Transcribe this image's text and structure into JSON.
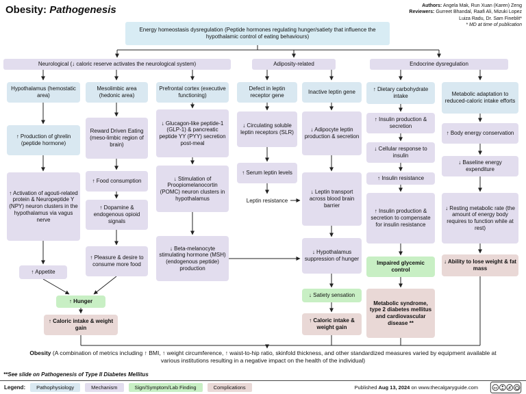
{
  "header": {
    "title_main": "Obesity:",
    "title_italic": "Pathogenesis",
    "authors_label": "Authors:",
    "authors": "Angela Mak, Run Xuan (Karen) Zeng",
    "reviewers_label": "Reviewers:",
    "reviewers_line1": "Gurreet Bhandal, Raafi Ali, Mizuki Lopez",
    "reviewers_line2": "Luiza Radu, Dr. Sam Fineblit*",
    "md_note": "* MD at time of publication"
  },
  "root": "Energy homeostasis dysregulation (Peptide hormones regulating hunger/satiety that influence the hypothalamic control of eating behaviours)",
  "branches": {
    "neurological": "Neurological (↓ caloric reserve activates the neurological system)",
    "adiposity": "Adiposity-related",
    "endocrine": "Endocrine dysregulation"
  },
  "nodes": {
    "hypothalamus": "Hypothalamus (hemostatic area)",
    "ghrelin": "↑ Production of ghrelin (peptide hormone)",
    "agrp": "↑ Activation of agouti-related protein & Neuropeptide Y (NPY) neuron clusters in the hypothalamus via vagus nerve",
    "appetite": "↑ Appetite",
    "mesolimbic": "Mesolimbic area (hedonic area)",
    "reward": "Reward Driven Eating (meso-limbic region of brain)",
    "food": "↑ Food consumption",
    "dopamine": "↑ Dopamine & endogenous opioid signals",
    "pleasure": "↑ Pleasure & desire to consume more food",
    "hunger": "↑ Hunger",
    "caloric1": "↑ Caloric intake & weight gain",
    "prefrontal": "Prefrontal cortex (executive functioning)",
    "glp1": "↓ Glucagon-like peptide-1 (GLP-1) & pancreatic peptide YY (PYY) secretion post-meal",
    "pomc": "↓ Stimulation of Proopiomelanocortin (POMC) neuron clusters in hypothalamus",
    "msh": "↓ Beta-melanocyte stimulating hormone (MSH) (endogenous peptide) production",
    "receptorDefect": "Defect in leptin receptor gene",
    "slr": "↓ Circulating soluble leptin receptors (SLR)",
    "serumLeptin": "↑ Serum leptin levels",
    "leptinResistance": "Leptin resistance",
    "inactiveGene": "Inactive leptin gene",
    "adipocyte": "↓ Adipocyte leptin production & secretion",
    "transport": "↓ Leptin transport across blood brain barrier",
    "suppression": "↓ Hypothalamus suppression of hunger",
    "satiety": "↓ Satiety sensation",
    "caloric2": "↑ Caloric intake & weight gain",
    "carbIntake": "↑ Dietary carbohydrate intake",
    "insulinProd": "↑ Insulin production & secretion",
    "cellResponse": "↓ Cellular response to insulin",
    "insulinResist": "↑ Insulin resistance",
    "compensate": "↑ Insulin production & secretion to compensate for insulin resistance",
    "glycemic": "Impaired glycemic control",
    "metsyndrome": "Metabolic syndrome, type 2 diabetes mellitus and cardiovascular disease **",
    "adaptation": "Metabolic adaptation to reduced-caloric intake efforts",
    "conservation": "↑ Body energy conservation",
    "expenditure": "↓ Baseline energy expenditure",
    "restingRate": "↓ Resting metabolic rate (the amount of energy body requires to function while at rest)",
    "loseAbility": "↓ Ability to lose weight & fat mass"
  },
  "footer": {
    "obesity_bold": "Obesity",
    "obesity_rest": " (A combination of metrics including ↑ BMI, ↑ weight circumference, ↑ waist-to-hip ratio, skinfold thickness, and other standardized measures varied by equipment available at various institutions resulting in a negative impact on the health of the individual)",
    "see_slide": "**See slide on Pathogenesis of Type II Diabetes Mellitus"
  },
  "legend": {
    "label": "Legend:",
    "pathophysiology": "Pathophysiology",
    "mechanism": "Mechanism",
    "sign": "Sign/Symptom/Lab Finding",
    "complications": "Complications",
    "published_prefix": "Published ",
    "published_date": "Aug 13, 2024",
    "published_suffix": " on www.thecalgaryguide.com"
  },
  "colors": {
    "pathophysiology": "#d9e8f1",
    "mechanism": "#e2ddee",
    "sign_symptom": "#c8efc4",
    "complications": "#e9d8d6"
  }
}
